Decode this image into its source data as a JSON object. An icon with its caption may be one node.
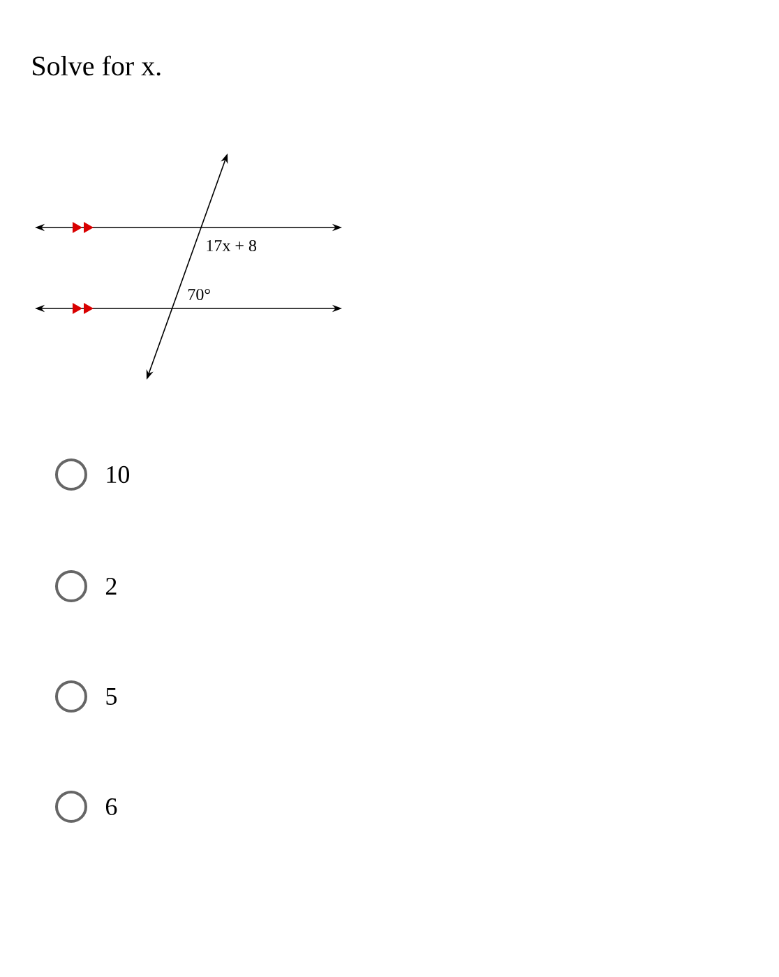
{
  "diagram": {
    "title": "Solve for x.",
    "labels": [
      "17x + 8",
      "70°",
      "10",
      "2",
      "5",
      "6"
    ]
  }
}
